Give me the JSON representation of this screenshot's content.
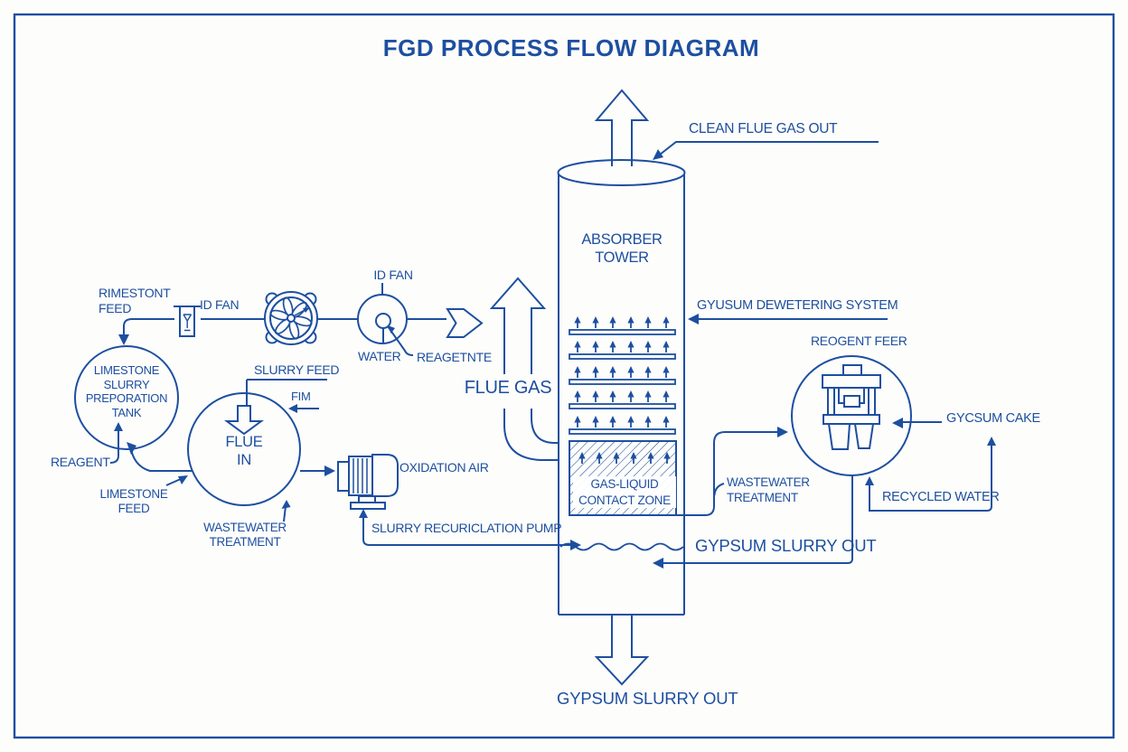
{
  "title": "FGD PROCESS FLOW DIAGRAM",
  "colors": {
    "ink": "#1d4fa0",
    "background": "#fdfdfb"
  },
  "tower": {
    "clean_flue_gas_out": "CLEAN FLUE GAS OUT",
    "name": "ABSORBER\nTOWER",
    "spray_levels": 5,
    "contact_zone": "GAS-LIQUID\nCONTACT ZONE",
    "bottom_out": "GYPSUM SLURRY OUT"
  },
  "left": {
    "limestone_feed_top": "RIMESTONT\nFEED",
    "id_fan_1": "ID FAN",
    "id_fan_2": "ID FAN",
    "water": "WATER",
    "reagent_line": "REAGETNTE",
    "flue_gas": "FLUE GAS",
    "tank": "LIMESTONE\nSLURRY\nPREPORATION\nTANK",
    "reagent": "REAGENT",
    "limestone_feed": "LIMESTONE\nFEED",
    "slurry_feed": "SLURRY FEED",
    "fim": "FIM",
    "flue_in": "FLUE\nIN",
    "wastewater": "WASTEWATER\nTREATMENT",
    "oxidation_air": "OXIDATION AIR",
    "recirc_pump": "SLURRY RECURICLATION PUMP"
  },
  "right": {
    "dewatering_system": "GYUSUM DEWETERING SYSTEM",
    "reogent_feer": "REOGENT FEER",
    "wastewater": "WASTEWATER\nTREATMENT",
    "gypsum_slurry_out": "GYPSUM SLURRY OUT",
    "gycsum_cake": "GYCSUM CAKE",
    "recycled_water": "RECYCLED WATER"
  }
}
